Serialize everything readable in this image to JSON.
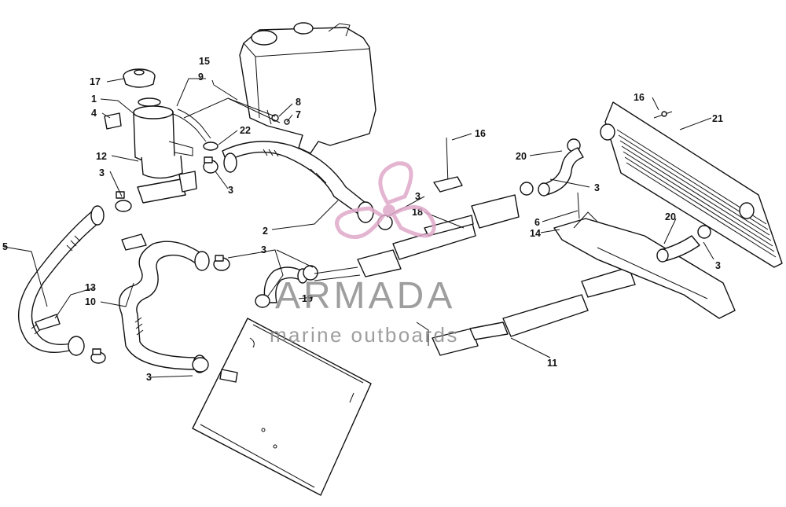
{
  "diagram": {
    "callouts": [
      {
        "id": "c1",
        "label": "1"
      },
      {
        "id": "c2a",
        "label": "2"
      },
      {
        "id": "c3a",
        "label": "3"
      },
      {
        "id": "c3b",
        "label": "3"
      },
      {
        "id": "c3c",
        "label": "3"
      },
      {
        "id": "c3d",
        "label": "3"
      },
      {
        "id": "c3e",
        "label": "3"
      },
      {
        "id": "c3f",
        "label": "3"
      },
      {
        "id": "c3g",
        "label": "3"
      },
      {
        "id": "c4",
        "label": "4"
      },
      {
        "id": "c5",
        "label": "5"
      },
      {
        "id": "c6",
        "label": "6"
      },
      {
        "id": "c7",
        "label": "7"
      },
      {
        "id": "c8",
        "label": "8"
      },
      {
        "id": "c9",
        "label": "9"
      },
      {
        "id": "c10",
        "label": "10"
      },
      {
        "id": "c11",
        "label": "11"
      },
      {
        "id": "c12",
        "label": "12"
      },
      {
        "id": "c13",
        "label": "13"
      },
      {
        "id": "c14",
        "label": "14"
      },
      {
        "id": "c15",
        "label": "15"
      },
      {
        "id": "c16a",
        "label": "16"
      },
      {
        "id": "c16b",
        "label": "16"
      },
      {
        "id": "c17",
        "label": "17"
      },
      {
        "id": "c18",
        "label": "18"
      },
      {
        "id": "c19",
        "label": "19"
      },
      {
        "id": "c20a",
        "label": "20"
      },
      {
        "id": "c20b",
        "label": "20"
      },
      {
        "id": "c21",
        "label": "21"
      },
      {
        "id": "c22",
        "label": "22"
      }
    ]
  },
  "watermark": {
    "brand": "ARMADA",
    "tagline": "marine outboards",
    "color": "#e0a9c9",
    "text_color": "#8e8e8e"
  }
}
